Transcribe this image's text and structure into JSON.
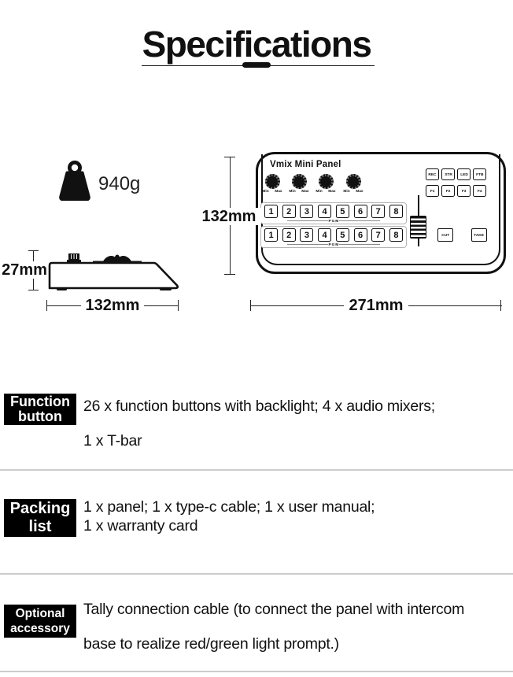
{
  "title": "Specifications",
  "weight_label": "940g",
  "front_view": {
    "brand": "Vmix Mini Panel",
    "knob_min": "Min",
    "knob_max": "Max",
    "fn_buttons": [
      "REC",
      "STR",
      "LED",
      "FTB",
      "F1",
      "F2",
      "F3",
      "F4"
    ],
    "num_buttons": [
      "1",
      "2",
      "3",
      "4",
      "5",
      "6",
      "7",
      "8"
    ],
    "bus_label_1": "PGM",
    "bus_label_2": "PGM",
    "cut_label": "CUT",
    "take_label": "TAKE"
  },
  "dimensions": {
    "front_height": "132mm",
    "front_width": "271mm",
    "side_height": "27mm",
    "side_depth": "132mm"
  },
  "sections": [
    {
      "badge_line1": "Function",
      "badge_line2": "button",
      "line1": "26 x function buttons with backlight; 4 x audio mixers;",
      "line2": "1 x T-bar"
    },
    {
      "badge_line1": "Packing",
      "badge_line2": "list",
      "line1": "1 x panel; 1 x type-c cable; 1 x user manual;",
      "line2": "1 x warranty card"
    },
    {
      "badge_line1": "Optional",
      "badge_line2": "accessory",
      "line1": "Tally connection cable (to connect the panel with intercom",
      "line2": "base to realize red/green light prompt.)"
    }
  ],
  "colors": {
    "ink": "#111111",
    "badge_bg": "#000000",
    "badge_text": "#ffffff",
    "divider": "#cccccc",
    "strip_border": "#b3b3b3"
  }
}
